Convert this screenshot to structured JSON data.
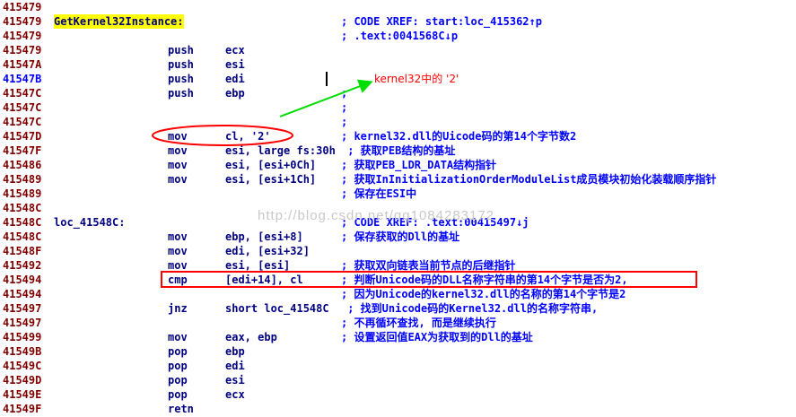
{
  "lines": [
    {
      "addr": "415479",
      "label": "",
      "mnem": "",
      "ops": "",
      "cmt": ""
    },
    {
      "addr": "415479",
      "label": "GetKernel32Instance:",
      "label_hl": true,
      "mnem": "",
      "ops": "",
      "cmt": "; CODE XREF: start:loc_415362↑p"
    },
    {
      "addr": "415479",
      "label": "",
      "mnem": "",
      "ops": "",
      "cmt": "; .text:0041568C↓p"
    },
    {
      "addr": "415479",
      "label": "",
      "mnem": "push",
      "ops": "ecx",
      "cmt": ""
    },
    {
      "addr": "41547A",
      "label": "",
      "mnem": "push",
      "ops": "esi",
      "cmt": ""
    },
    {
      "addr": "41547B",
      "addr_blue": true,
      "label": "",
      "mnem": "push",
      "ops": "edi",
      "cmt": ""
    },
    {
      "addr": "41547C",
      "label": "",
      "mnem": "push",
      "ops": "ebp",
      "cmt": ";"
    },
    {
      "addr": "41547C",
      "label": "",
      "mnem": "",
      "ops": "",
      "cmt": ";"
    },
    {
      "addr": "41547C",
      "label": "",
      "mnem": "",
      "ops": "",
      "cmt": ";"
    },
    {
      "addr": "41547D",
      "label": "",
      "mnem": "mov",
      "ops": "cl, '2'",
      "cmt": "; kernel32.dll的Uicode码的第14个字节数2"
    },
    {
      "addr": "41547F",
      "label": "",
      "mnem": "mov",
      "ops": "esi, large fs:30h",
      "cmt": " ; 获取PEB结构的基址"
    },
    {
      "addr": "415486",
      "label": "",
      "mnem": "mov",
      "ops": "esi, [esi+0Ch]",
      "cmt": "; 获取PEB_LDR_DATA结构指针"
    },
    {
      "addr": "415489",
      "label": "",
      "mnem": "mov",
      "ops": "esi, [esi+1Ch]",
      "cmt": "; 获取InInitializationOrderModuleList成员模块初始化装载顺序指针"
    },
    {
      "addr": "415489",
      "label": "",
      "mnem": "",
      "ops": "",
      "cmt": "; 保存在ESI中"
    },
    {
      "addr": "41548C",
      "label": "",
      "mnem": "",
      "ops": "",
      "cmt": ""
    },
    {
      "addr": "41548C",
      "label": "loc_41548C:",
      "mnem": "",
      "ops": "",
      "cmt": "; CODE XREF: .text:00415497↓j"
    },
    {
      "addr": "41548C",
      "label": "",
      "mnem": "mov",
      "ops": "ebp, [esi+8]",
      "cmt": "; 保存获取的Dll的基址"
    },
    {
      "addr": "41548F",
      "label": "",
      "mnem": "mov",
      "ops": "edi, [esi+32]",
      "cmt": ""
    },
    {
      "addr": "415492",
      "label": "",
      "mnem": "mov",
      "ops": "esi, [esi]",
      "cmt": "; 获取双向链表当前节点的后继指针"
    },
    {
      "addr": "415494",
      "label": "",
      "mnem": "cmp",
      "ops": "[edi+14], cl",
      "cmt": "; 判断Unicode码的DLL名称字符串的第14个字节是否为2,"
    },
    {
      "addr": "415494",
      "label": "",
      "mnem": "",
      "ops": "",
      "cmt": "; 因为Unicode的kernel32.dll的名称的第14个字节是2"
    },
    {
      "addr": "415497",
      "label": "",
      "mnem": "jnz",
      "ops": "short loc_41548C",
      "cmt": " ; 找到Unicode码的Kernel32.dll的名称字符串,"
    },
    {
      "addr": "415497",
      "label": "",
      "mnem": "",
      "ops": "",
      "cmt": "; 不再循环查找, 而是继续执行"
    },
    {
      "addr": "415499",
      "label": "",
      "mnem": "mov",
      "ops": "eax, ebp",
      "cmt": "; 设置返回值EAX为获取到的Dll的基址"
    },
    {
      "addr": "41549B",
      "label": "",
      "mnem": "pop",
      "ops": "ebp",
      "cmt": ""
    },
    {
      "addr": "41549C",
      "label": "",
      "mnem": "pop",
      "ops": "edi",
      "cmt": ""
    },
    {
      "addr": "41549D",
      "label": "",
      "mnem": "pop",
      "ops": "esi",
      "cmt": ""
    },
    {
      "addr": "41549E",
      "label": "",
      "mnem": "pop",
      "ops": "ecx",
      "cmt": ""
    },
    {
      "addr": "41549F",
      "label": "",
      "mnem": "retn",
      "ops": "",
      "cmt": ""
    }
  ],
  "annotation": {
    "text": "kernel32中的 '2'"
  },
  "watermark": {
    "text": "http://blog.csdn.net/qq1084283172"
  },
  "colors": {
    "address": "#800000",
    "address_selected": "#0000ff",
    "code": "#000080",
    "comment": "#0000ff",
    "label_highlight": "#ffff00",
    "annotation": "#ff0000",
    "arrow": "#00dd00"
  }
}
